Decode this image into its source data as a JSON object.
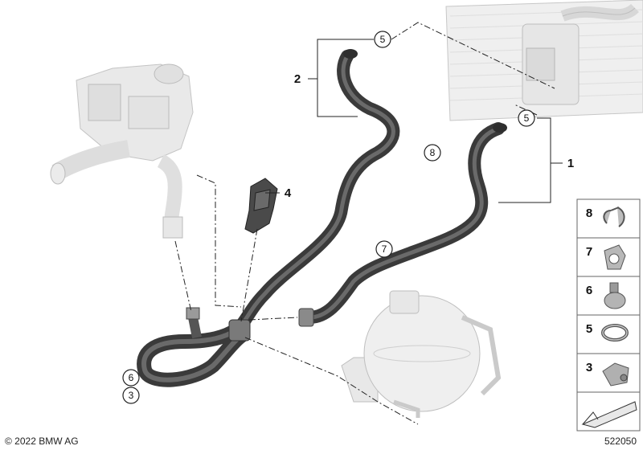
{
  "callouts": {
    "c5_top": "5",
    "c5_right": "5",
    "c8": "8",
    "c7": "7",
    "c6": "6",
    "c3": "3"
  },
  "bracket_labels": {
    "b1": "1",
    "b2": "2",
    "b4": "4"
  },
  "legend": {
    "items": [
      "8",
      "7",
      "6",
      "5",
      "3"
    ]
  },
  "footer": {
    "copyright": "© 2022 BMW AG",
    "diagram_number": "522050"
  }
}
